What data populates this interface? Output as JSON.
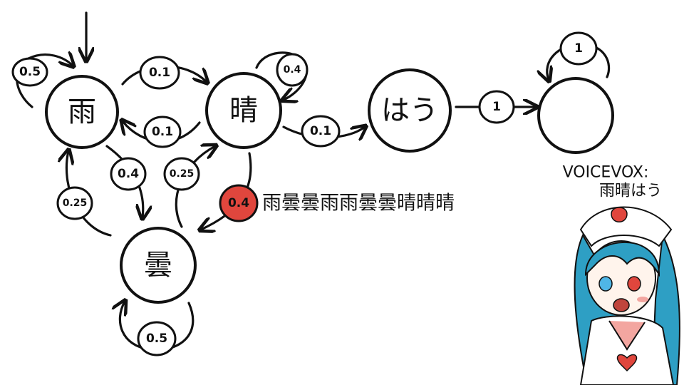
{
  "nodes": {
    "rain": "雨",
    "sunny": "晴",
    "cloudy": "曇",
    "hau": "はう",
    "blank": ""
  },
  "edges": {
    "rain_self": "0.5",
    "rain_to_sunny": "0.1",
    "sunny_to_rain": "0.1",
    "sunny_self": "0.4",
    "sunny_to_hau": "0.1",
    "hau_to_blank": "1",
    "blank_self": "1",
    "rain_to_cloudy": "0.4",
    "cloudy_to_sunny": "0.25",
    "cloudy_to_rain": "0.25",
    "cloudy_self": "0.5",
    "sunny_to_cloudy": "0.4"
  },
  "sequence": "雨曇曇雨雨曇曇晴晴晴",
  "credit": {
    "line1": "VOICEVOX:",
    "line2": "雨晴はう"
  },
  "colors": {
    "highlight": "#e0463d",
    "hair": "#2e9fc4",
    "ink": "#111111"
  }
}
